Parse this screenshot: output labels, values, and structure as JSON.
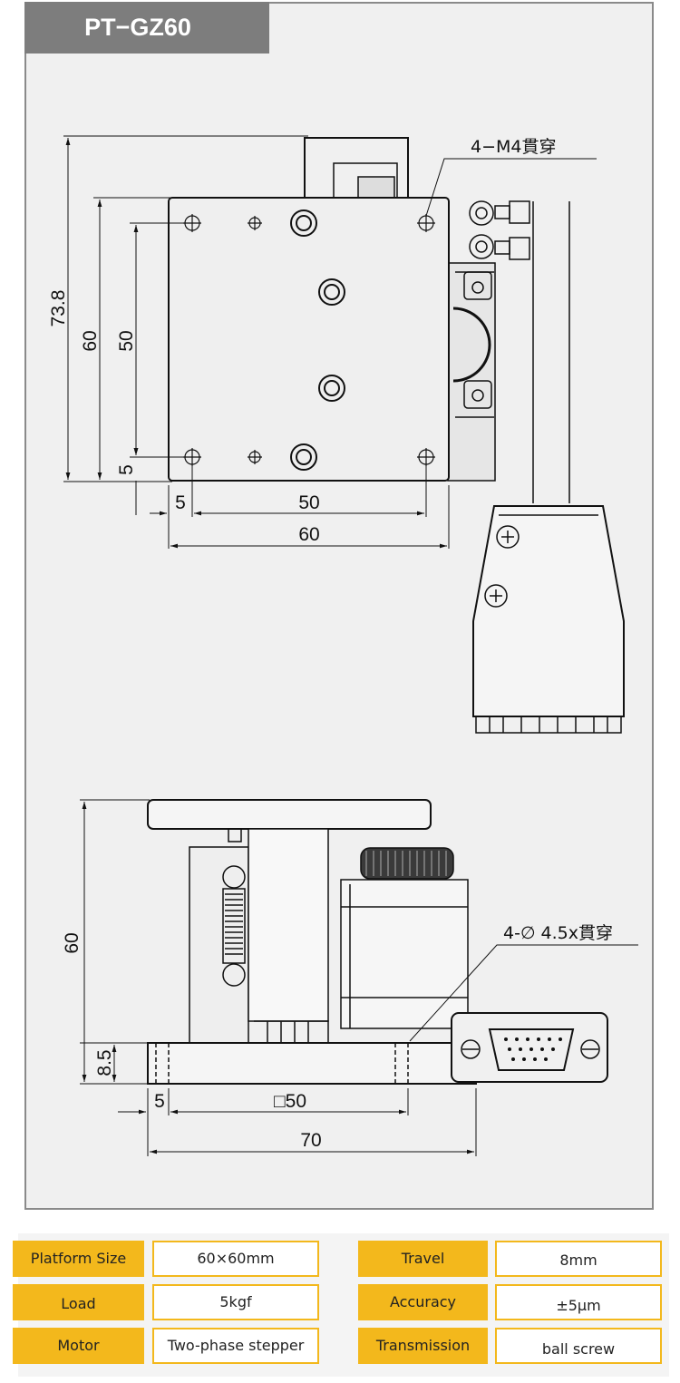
{
  "header": {
    "model": "PT−GZ60"
  },
  "top_view": {
    "dim_height_total": "73.8",
    "dim_height_platform": "60",
    "dim_hole_pitch_v": "50",
    "dim_edge_offset_v": "5",
    "dim_edge_offset_h": "5",
    "dim_hole_pitch_h": "50",
    "dim_width_platform": "60",
    "note_holes": "4−M4貫穿"
  },
  "side_view": {
    "dim_height_total": "60",
    "dim_base_height": "8.5",
    "dim_edge_offset": "5",
    "dim_square": "□50",
    "dim_base_width": "70",
    "note_holes": "4-∅ 4.5x貫穿"
  },
  "specs": {
    "left": [
      {
        "label": "Platform Size",
        "value": "60×60mm"
      },
      {
        "label": "Load",
        "value": "5kgf"
      },
      {
        "label": "Motor",
        "value": "Two-phase stepper"
      }
    ],
    "right": [
      {
        "label": "Travel",
        "value": "8mm"
      },
      {
        "label": "Accuracy",
        "value": "±5μm"
      },
      {
        "label": "Transmission",
        "value": "ball screw"
      }
    ]
  },
  "colors": {
    "label_bg": "#f3b81c",
    "frame": "#8a8a8a",
    "tab": "#7d7d7d"
  }
}
